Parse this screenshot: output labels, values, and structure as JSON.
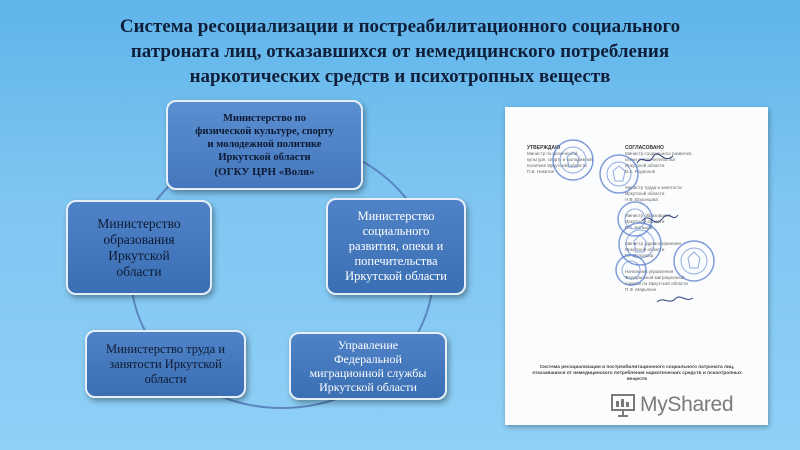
{
  "title": "Система ресоциализации и  постреабилитационного   социального\nпатроната лиц, отказавшихся от немедицинского потребления\nнаркотических средств и психотропных веществ",
  "boxes": {
    "top": {
      "label": "Министерство по\nфизической культуре, спорту\nи молодежной политике\nИркутской области",
      "sub": "(ОГКУ ЦРН «Воля»"
    },
    "right": "Министерство\nсоциального\nразвития, опеки и\nпопечительства\nИркутской области",
    "left": "Министерство\nобразования\nИркутской\nобласти",
    "bottom_left": "Министерство труда и\nзанятости Иркутской\nобласти",
    "bottom_right": "Управление\nФедеральной\nмиграционной службы\nИркутской области"
  },
  "document": {
    "approve_heading": "УТВЕРЖДАЮ",
    "approve_lines": [
      "Министр по физической",
      "культуре, спорту и молодежной",
      "политике Иркутской области",
      "П.В. Никитин"
    ],
    "agree_heading": "СОГЛАСОВАНО",
    "agree_blocks": [
      [
        "Министр социального развития,",
        "опеки и попечительства",
        "Иркутской области",
        "В.А. Родионов"
      ],
      [
        "Министр труда и занятости",
        "Иркутской области",
        "Н.В. Воронцова"
      ],
      [
        "Министр образования",
        "Иркутской области",
        "В.С. Кольцов"
      ],
      [
        "Министр здравоохранения",
        "Иркутской области",
        "Г.Г. Ослопова"
      ],
      [
        "Начальник управления",
        "Федеральной миграционной",
        "службы по Иркутской области",
        "П.Ф. Марьясин"
      ]
    ],
    "caption": "Система ресоциализации и постреабилитационного социального патроната лиц, отказавшихся от немедицинского потребления наркотических средств и психотропных веществ"
  },
  "watermark": {
    "text": "MyShared"
  },
  "colors": {
    "box_fill": "#4a7cc0",
    "box_border": "#e6eef8",
    "circle": "#5b86bf",
    "stamp": "#4a74c9"
  }
}
